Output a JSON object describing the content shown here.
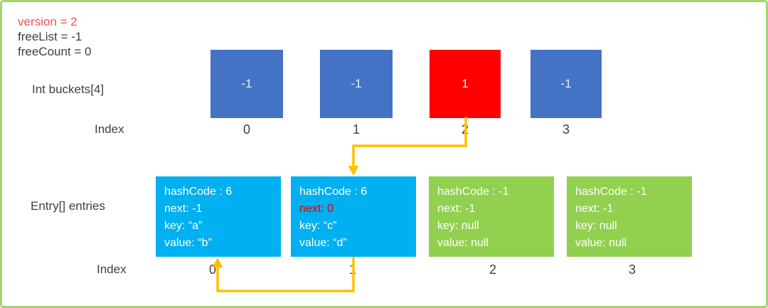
{
  "header": {
    "version": "version = 2",
    "free_list": "freeList = -1",
    "free_count": "freeCount = 0"
  },
  "labels": {
    "buckets": "Int buckets[4]",
    "index_top": "Index",
    "entries": "Entry[] entries",
    "index_bottom": "Index"
  },
  "buckets": [
    {
      "value": "-1",
      "index": "0",
      "state": "normal"
    },
    {
      "value": "-1",
      "index": "1",
      "state": "normal"
    },
    {
      "value": "1",
      "index": "2",
      "state": "highlight"
    },
    {
      "value": "-1",
      "index": "3",
      "state": "normal"
    }
  ],
  "entries": [
    {
      "index": "0",
      "state": "used",
      "lines": [
        {
          "text": "hashCode : 6"
        },
        {
          "text": "next: -1"
        },
        {
          "text": "key: “a”"
        },
        {
          "text": "value: “b”"
        }
      ]
    },
    {
      "index": "1",
      "state": "used",
      "lines": [
        {
          "text": "hashCode : 6"
        },
        {
          "text": "next: 0",
          "em": "red"
        },
        {
          "text": "key: “c”"
        },
        {
          "text": "value: “d”"
        }
      ]
    },
    {
      "index": "2",
      "state": "free",
      "lines": [
        {
          "text": "hashCode : -1"
        },
        {
          "text": "next: -1"
        },
        {
          "text": "key: null"
        },
        {
          "text": "value: null"
        }
      ]
    },
    {
      "index": "3",
      "state": "free",
      "lines": [
        {
          "text": "hashCode : -1"
        },
        {
          "text": "next: -1"
        },
        {
          "text": "key: null"
        },
        {
          "text": "value: null"
        }
      ]
    }
  ],
  "colors": {
    "bucket_blue": "#4472C4",
    "bucket_red": "#FF0000",
    "entry_used_cyan": "#00B0F0",
    "entry_free_green": "#92D050",
    "arrow_gold": "#FFC000",
    "border_green": "#A3D46E",
    "text_dark": "#3F3F3F",
    "version_red": "#FF4C4C",
    "next_red": "#DD0000",
    "box_text_white": "#FFFFFF"
  }
}
